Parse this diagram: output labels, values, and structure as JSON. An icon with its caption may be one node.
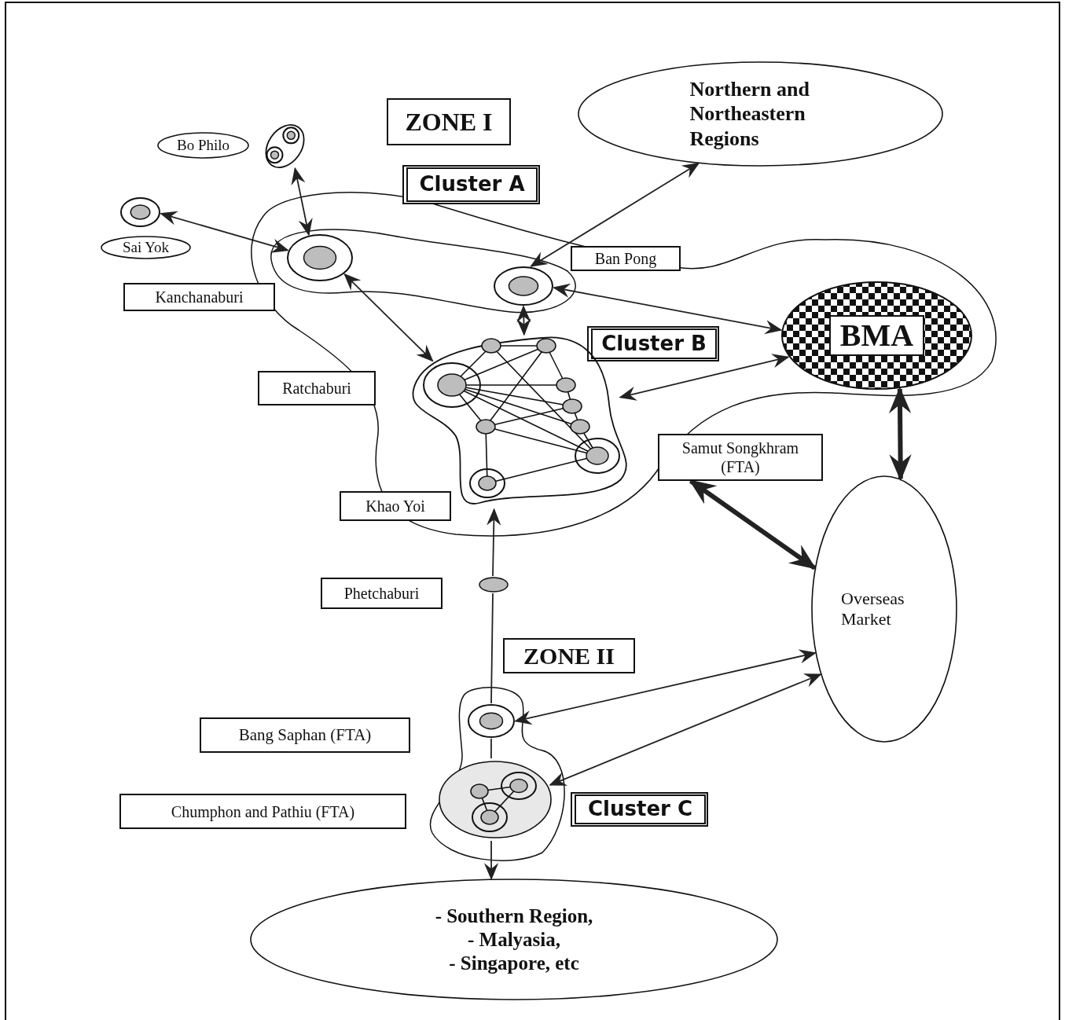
{
  "diagram": {
    "nodes": [
      {
        "text": [
          "Northern and Northeastern Regions"
        ]
      },
      {
        "text": [
          "ZONE I"
        ]
      },
      {
        "text": [
          "Cluster A"
        ]
      },
      {
        "text": [
          "Bo Philo"
        ]
      },
      {
        "text": [],
        "shape": "circle"
      },
      {
        "text": [],
        "shape": "circle"
      },
      {
        "text": [
          "Sai Yok"
        ]
      },
      {
        "text": [
          "Kanchanaburi"
        ]
      },
      {
        "text": [],
        "shape": "circle"
      },
      {
        "text": [
          "Ban Pong"
        ]
      },
      {
        "text": [],
        "shape": "circle"
      },
      {
        "text": [
          "Cluster B"
        ]
      },
      {
        "text": [
          "BMA"
        ]
      },
      {
        "text": [
          "Ratchaburi"
        ]
      },
      {
        "text": [],
        "shape": "cloud"
      },
      {
        "text": [
          "Samut Songkhram (FTA)"
        ]
      },
      {
        "text": [
          "Khao Yoi"
        ]
      },
      {
        "text": [
          "Phetchaburi"
        ]
      },
      {
        "text": [],
        "shape": "circle"
      },
      {
        "text": [
          "ZONE II"
        ]
      },
      {
        "text": [
          "Overseas Market"
        ]
      },
      {
        "text": [
          "Bang Saphan (FTA)"
        ]
      },
      {
        "text": [],
        "shape": "circle"
      },
      {
        "text": [
          "Chumphon and Pathiu (FTA)"
        ]
      },
      {
        "text": [],
        "shape": "cloud"
      },
      {
        "text": [
          "Cluster C"
        ]
      },
      {
        "text": [
          "- Southern Region,",
          "- Malyasia,",
          "- Singapore, etc"
        ]
      }
    ],
    "edges": [
      {
        "from": 4,
        "to": 8,
        "arrow": "both"
      },
      {
        "from": 5,
        "to": 8,
        "arrow": "both"
      },
      {
        "from": 10,
        "to": 0,
        "arrow": "both"
      },
      {
        "from": 10,
        "to": 12,
        "arrow": "both"
      },
      {
        "from": 10,
        "to": 14,
        "arrow": "both"
      },
      {
        "from": 8,
        "to": 14,
        "arrow": "both"
      },
      {
        "from": 14,
        "to": 12,
        "arrow": "both"
      },
      {
        "from": 12,
        "to": 20,
        "arrow": "both",
        "style": "thick"
      },
      {
        "from": 15,
        "to": 20,
        "arrow": "both",
        "style": "thick"
      },
      {
        "from": 18,
        "to": 14,
        "arrow": "to"
      },
      {
        "from": 22,
        "to": 18,
        "arrow": "none"
      },
      {
        "from": 22,
        "to": 24,
        "arrow": "none"
      },
      {
        "from": 24,
        "to": 26,
        "arrow": "to"
      },
      {
        "from": 22,
        "to": 20,
        "arrow": "both"
      },
      {
        "from": 24,
        "to": 20,
        "arrow": "both"
      }
    ]
  }
}
